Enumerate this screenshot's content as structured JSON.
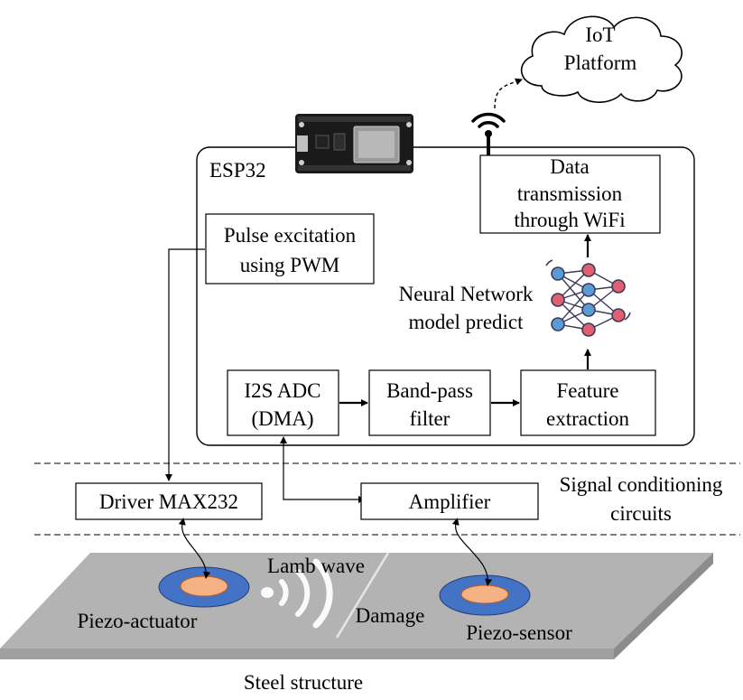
{
  "cloud": {
    "line1": "IoT",
    "line2": "Platform"
  },
  "esp32": {
    "label": "ESP32"
  },
  "boxes": {
    "data_transmission": {
      "line1": "Data",
      "line2": "transmission",
      "line3": "through WiFi"
    },
    "pulse_excitation": {
      "line1": "Pulse excitation",
      "line2": "using PWM"
    },
    "adc": {
      "line1": "I2S ADC",
      "line2": "(DMA)"
    },
    "bandpass": {
      "line1": "Band-pass",
      "line2": "filter"
    },
    "feature": {
      "line1": "Feature",
      "line2": "extraction"
    },
    "driver": {
      "label": "Driver MAX232"
    },
    "amplifier": {
      "label": "Amplifier"
    }
  },
  "neural_network": {
    "line1": "Neural Network",
    "line2": "model predict"
  },
  "signal_conditioning": {
    "line1": "Signal conditioning",
    "line2": "circuits"
  },
  "plate": {
    "lamb_wave": "Lamb wave",
    "damage": "Damage",
    "actuator": "Piezo-actuator",
    "sensor": "Piezo-sensor",
    "caption": "Steel structure"
  },
  "colors": {
    "line": "#000000",
    "plate_top": "#b3b3b3",
    "plate_side": "#8c8c8c",
    "piezo_outer": "#4472c4",
    "piezo_inner": "#f4b183",
    "nn_blue": "#5b9bd5",
    "nn_red": "#e06070",
    "board": "#1a1a1a"
  }
}
